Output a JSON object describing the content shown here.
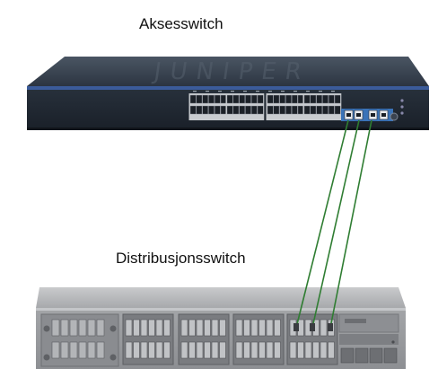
{
  "labels": {
    "access_switch": "Aksesswitch",
    "distribution_switch": "Distribusjonsswitch"
  },
  "access_switch": {
    "brand_watermark": "JUNIPER",
    "copper_ports": 48,
    "uplink_ports": 4,
    "body_color": "#2a3340",
    "trim_color": "#3b5b9a"
  },
  "distribution_switch": {
    "sfp_cage_groups": 5,
    "connected_ports": 3,
    "body_color": "#9c9ea2"
  },
  "links": {
    "count": 3,
    "cable_color": "#2f7d32"
  }
}
